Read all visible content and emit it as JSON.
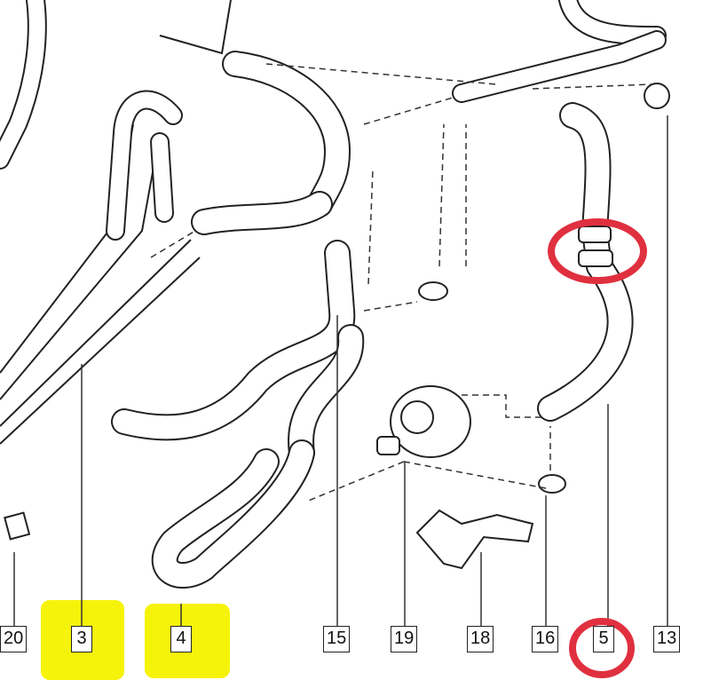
{
  "diagram": {
    "type": "exploded parts diagram - coolant hoses",
    "labels": {
      "p20": "20",
      "p3": "3",
      "p4": "4",
      "p15": "15",
      "p19": "19",
      "p18": "18",
      "p16": "16",
      "p5": "5",
      "p13": "13"
    },
    "highlight_color": "#f6f30a",
    "annotation_color": "#e0303f"
  }
}
